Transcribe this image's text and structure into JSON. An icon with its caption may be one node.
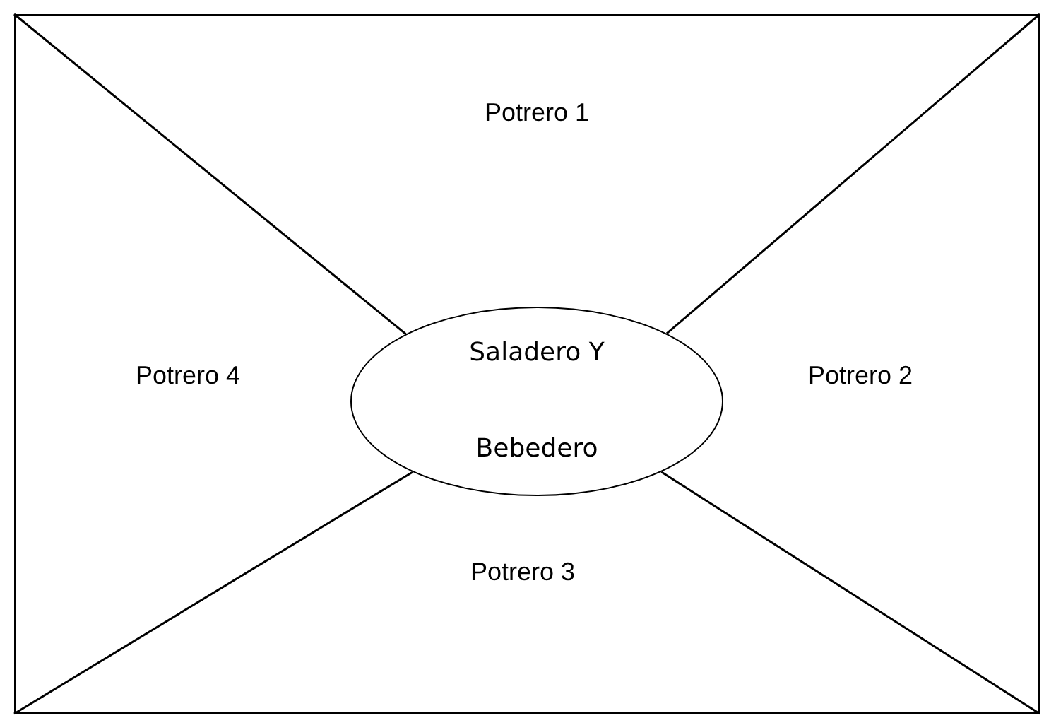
{
  "diagram": {
    "nodes": [
      {
        "text": [],
        "shape": "box"
      },
      {
        "text": [
          "Saladero Y Bebedero"
        ],
        "in": 0
      }
    ],
    "edges": [
      {
        "from": null,
        "to": 1,
        "arrow": "none"
      },
      {
        "from": null,
        "to": 1,
        "arrow": "none"
      },
      {
        "from": null,
        "to": 1,
        "arrow": "none"
      },
      {
        "from": null,
        "to": 1,
        "arrow": "none"
      }
    ],
    "labels": [
      "Potrero 1",
      "Potrero 4",
      "Potrero 2",
      "Potrero 3"
    ]
  }
}
